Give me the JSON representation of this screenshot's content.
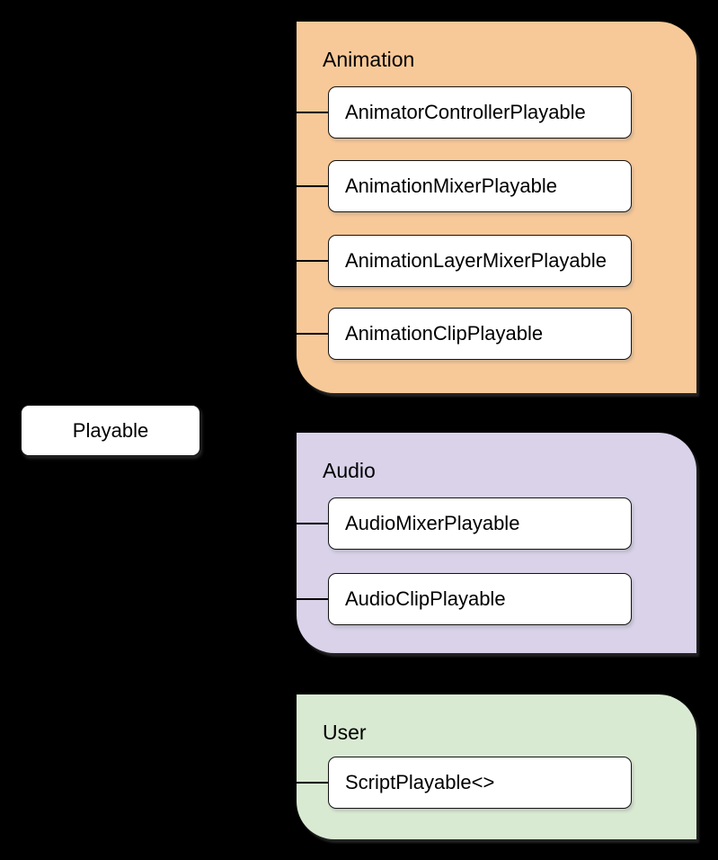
{
  "background_color": "#000000",
  "connector_color": "#000000",
  "node_style": {
    "fill": "#FFFFFF",
    "border": "#000000"
  },
  "root_node": {
    "label": "Playable"
  },
  "groups": [
    {
      "label": "Animation",
      "color": "#F8C998",
      "items": [
        "AnimatorControllerPlayable",
        "AnimationMixerPlayable",
        "AnimationLayerMixerPlayable",
        "AnimationClipPlayable"
      ]
    },
    {
      "label": "Audio",
      "color": "#D9D2E9",
      "items": [
        "AudioMixerPlayable",
        "AudioClipPlayable"
      ]
    },
    {
      "label": "User",
      "color": "#D9EAD3",
      "items": [
        "ScriptPlayable<>"
      ]
    }
  ]
}
